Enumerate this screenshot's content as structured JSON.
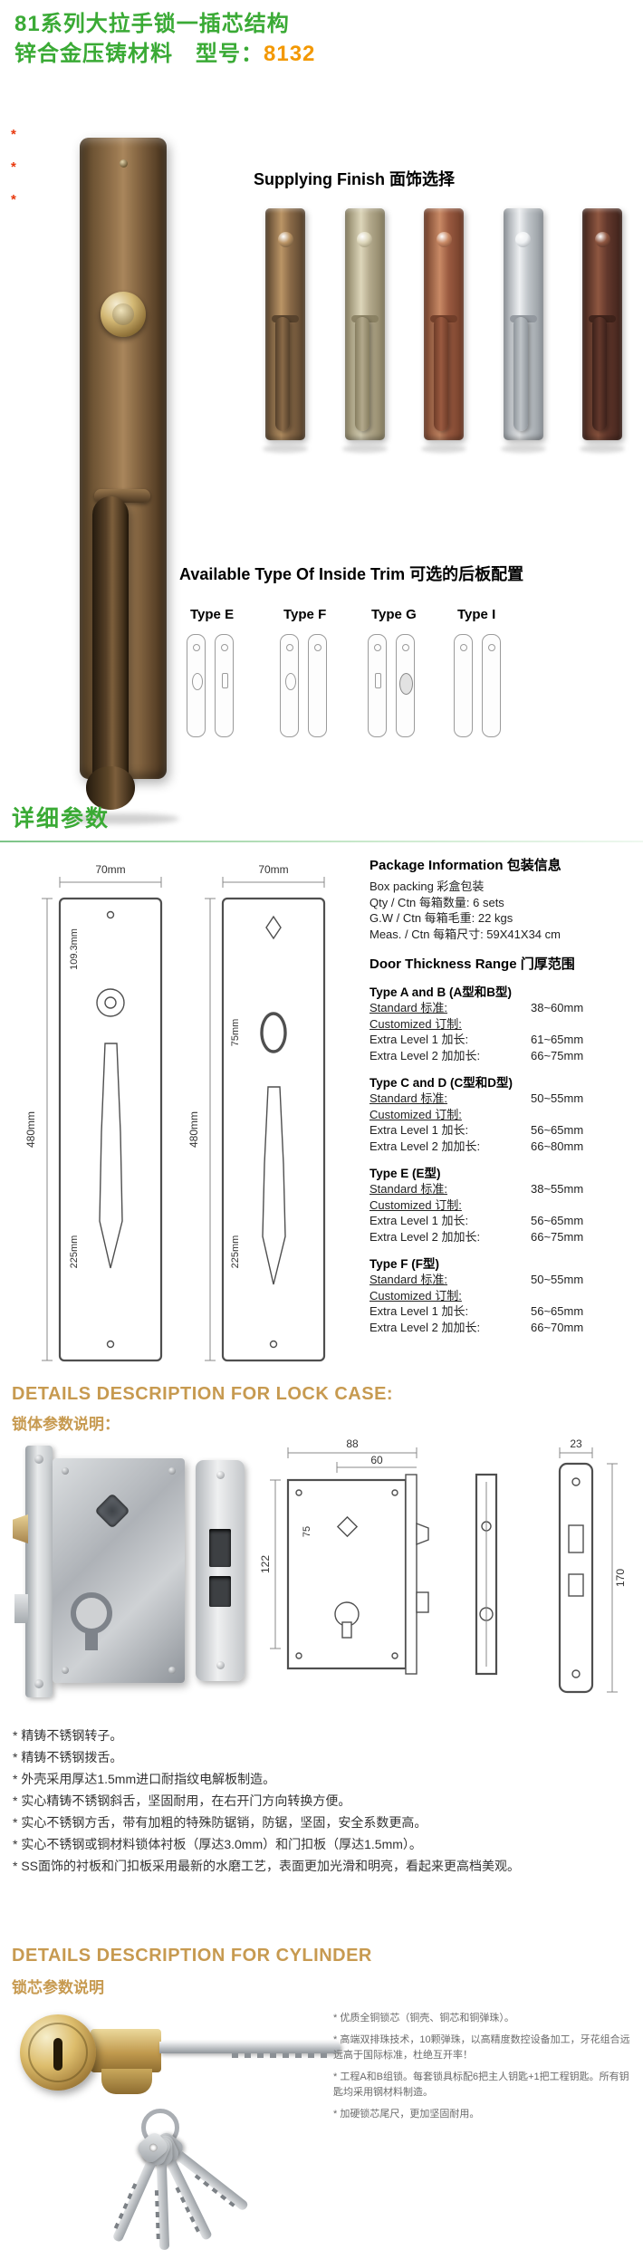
{
  "colors": {
    "green": "#3aaa35",
    "orange": "#f39800",
    "gold": "#c79a50",
    "red_mark": "#e8380d"
  },
  "header": {
    "line1": "81系列大拉手锁一插芯结构",
    "line2_prefix": "锌合金压铸材料　型号：",
    "model": "8132"
  },
  "side_marks": [
    "*",
    "*",
    "*"
  ],
  "supplying_finish": {
    "title": "Supplying Finish 面饰选择",
    "finishes": [
      {
        "name": "antique-copper",
        "dark": "#54402b",
        "base": "#8a6a48",
        "light": "#bb9566"
      },
      {
        "name": "antique-brass",
        "dark": "#877e60",
        "base": "#b3a98c",
        "light": "#ddd6ba"
      },
      {
        "name": "red-copper",
        "dark": "#6e3c28",
        "base": "#9a5a40",
        "light": "#c98a66"
      },
      {
        "name": "satin-chrome",
        "dark": "#8f959b",
        "base": "#bfc4c8",
        "light": "#eef0f2"
      },
      {
        "name": "dark-mahogany",
        "dark": "#3c211a",
        "base": "#63382c",
        "light": "#8f5741"
      }
    ]
  },
  "inside_trim": {
    "title": "Available Type Of Inside Trim  可选的后板配置",
    "types": [
      "Type E",
      "Type F",
      "Type G",
      "Type I"
    ]
  },
  "details_section_title": "详细参数",
  "drawings": {
    "left": {
      "top_dim": "70mm",
      "side_dim": "480mm",
      "dim_a": "109.3mm",
      "dim_b": "225mm"
    },
    "right": {
      "top_dim": "70mm",
      "side_dim": "480mm",
      "dim_a": "75mm",
      "dim_b": "225mm"
    }
  },
  "package_info": {
    "title": "Package Information 包装信息",
    "rows": [
      "Box packing 彩盒包装",
      "Qty / Ctn 每箱数量: 6 sets",
      "G.W / Ctn 每箱毛重: 22 kgs",
      "Meas. / Ctn 每箱尺寸: 59X41X34 cm"
    ]
  },
  "door_thickness": {
    "title": "Door Thickness Range 门厚范围",
    "groups": [
      {
        "name": "Type A and B (A型和B型)",
        "rows": [
          {
            "label": "Standard 标准:",
            "value": "38~60mm"
          },
          {
            "label": "Customized 订制:",
            "value": ""
          },
          {
            "label": "Extra Level 1 加长:",
            "value": "61~65mm"
          },
          {
            "label": "Extra Level 2 加加长:",
            "value": "66~75mm"
          }
        ]
      },
      {
        "name": "Type C and D (C型和D型)",
        "rows": [
          {
            "label": "Standard 标准:",
            "value": "50~55mm"
          },
          {
            "label": "Customized 订制:",
            "value": ""
          },
          {
            "label": "Extra Level 1 加长:",
            "value": "56~65mm"
          },
          {
            "label": "Extra Level 2 加加长:",
            "value": "66~80mm"
          }
        ]
      },
      {
        "name": "Type E (E型)",
        "rows": [
          {
            "label": "Standard 标准:",
            "value": "38~55mm"
          },
          {
            "label": "Customized 订制:",
            "value": ""
          },
          {
            "label": "Extra Level 1 加长:",
            "value": "56~65mm"
          },
          {
            "label": "Extra Level 2 加加长:",
            "value": "66~75mm"
          }
        ]
      },
      {
        "name": "Type F (F型)",
        "rows": [
          {
            "label": "Standard 标准:",
            "value": "50~55mm"
          },
          {
            "label": "Customized 订制:",
            "value": ""
          },
          {
            "label": "Extra Level 1 加长:",
            "value": "56~65mm"
          },
          {
            "label": "Extra Level 2 加加长:",
            "value": "66~70mm"
          }
        ]
      }
    ]
  },
  "lock_case": {
    "title_en": "DETAILS DESCRIPTION FOR LOCK CASE:",
    "title_cn": "锁体参数说明：",
    "dimensions": {
      "overall_width": "88",
      "backset": "60",
      "faceplate_width": "23",
      "body_height": "122",
      "inner_height": "75",
      "faceplate_height": "170"
    },
    "bullets": [
      "* 精铸不锈钢转子。",
      "* 精铸不锈钢拨舌。",
      "* 外壳采用厚达1.5mm进口耐指纹电解板制造。",
      "* 实心精铸不锈钢斜舌，坚固耐用，在右开门方向转换方便。",
      "* 实心不锈钢方舌，带有加粗的特殊防锯销，防锯，坚固，安全系数更高。",
      "* 实心不锈钢或铜材料锁体衬板（厚达3.0mm）和门扣板（厚达1.5mm）。",
      "* SS面饰的衬板和门扣板采用最新的水磨工艺，表面更加光滑和明亮，看起来更高档美观。"
    ]
  },
  "cylinder": {
    "title_en": "DETAILS DESCRIPTION FOR CYLINDER",
    "title_cn": "锁芯参数说明",
    "notes": [
      "* 优质全铜锁芯（铜壳、铜芯和铜弹珠）。",
      "* 高端双排珠技术，10颗弹珠，以高精度数控设备加工，牙花组合远远高于国际标准，杜绝互开率！",
      "* 工程A和B组锁。每套锁具标配6把主人钥匙+1把工程钥匙。所有钥匙均采用钢材料制造。",
      "* 加硬锁芯尾尺，更加坚固耐用。"
    ]
  }
}
